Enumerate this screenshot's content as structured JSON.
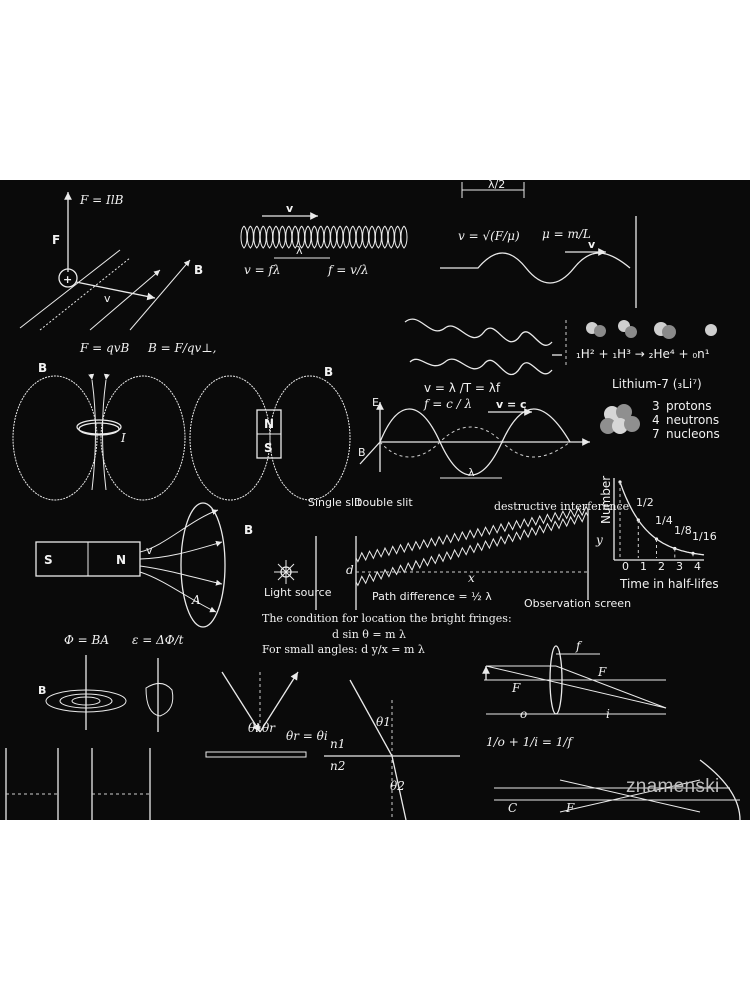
{
  "labels": {
    "f_ilb": "F = IlB",
    "f_axis": "F",
    "b_axis": "B",
    "v_axis": "v",
    "plus_sign": "+",
    "f_qvb": "F = qvB",
    "b_eq": "B = F/qv⊥,",
    "b_left": "B",
    "b_right": "B",
    "current_i": "I",
    "magnet_n": "N",
    "magnet_s": "S",
    "spring_v": "v",
    "spring_lambda": "λ",
    "v_flambda": "v = fλ",
    "f_vlambda": "f = v/λ",
    "half_lambda": "λ/2",
    "v_sqrt": "v = √(F/μ)",
    "mu_ml": "μ = m/L",
    "wave_v": "v",
    "fusion_eq": "₁H² + ₁H³ → ₂He⁴ + ₀n¹",
    "lithium_title": "Lithium-7 (₃Li⁷)",
    "protons_num": "3",
    "protons_word": "protons",
    "neutrons_num": "4",
    "neutrons_word": "neutrons",
    "nucleons_num": "7",
    "nucleons_word": "nucleons",
    "v_lambda_t": "v = λ /T = λf",
    "f_c_lambda": "f = c / λ",
    "em_e": "E",
    "em_b": "B",
    "v_c": "v = c",
    "em_lambda": "λ",
    "number_label": "Number",
    "half_life_xlabel": "Time in half-lifes",
    "ratio_half": "1/2",
    "ratio_quarter": "1/4",
    "ratio_eighth": "1/8",
    "ratio_sixteenth": "1/16",
    "induction_s": "S",
    "induction_n": "N",
    "induction_b": "B",
    "induction_v": "v",
    "area_a": "A",
    "single_slit": "Single slit",
    "double_slit": "Double slit",
    "destructive": "destructive interference",
    "light_source": "Light source",
    "slit_d": "d",
    "dist_x": "x",
    "dist_y": "y",
    "path_diff": "Path difference = ½ λ",
    "obs_screen": "Observation screen",
    "bright_cond": "The condition for location the bright fringes:",
    "dsin": "d sin θ  = m λ",
    "small_angles": "For small angles: d y/x = m λ",
    "phi_ba": "Φ = BA",
    "emf": "ε = ΔΦ/t",
    "flux_b": "B",
    "reflect_eq": "θr = θi",
    "theta_i": "θi",
    "theta_r": "θr",
    "n1": "n1",
    "n2": "n2",
    "theta1": "θ1",
    "theta2": "θ2",
    "lens_f_top": "f",
    "lens_f_left": "F",
    "lens_f_right": "F",
    "lens_o": "o",
    "lens_i": "i",
    "lens_eq": "1/o + 1/i = 1/f",
    "mirror_c": "C",
    "mirror_f": "F"
  },
  "half_life_curve": {
    "type": "line",
    "x": [
      0,
      1,
      2,
      3,
      4
    ],
    "y": [
      1,
      0.5,
      0.25,
      0.125,
      0.0625
    ],
    "xlim": [
      0,
      4.6
    ],
    "ylim": [
      0,
      1
    ]
  },
  "watermark": "znamenski",
  "colors": {
    "board": "#0a0a0a",
    "ink": "#f2f2f2",
    "page": "#ffffff"
  }
}
